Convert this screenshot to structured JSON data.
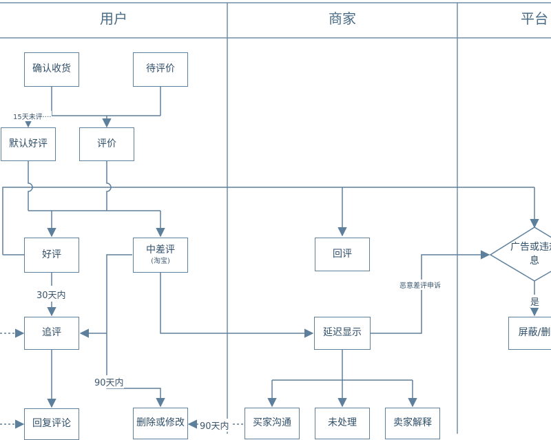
{
  "lanes": {
    "user": "用户",
    "merchant": "商家",
    "platform": "平台"
  },
  "nodes": {
    "confirm_receipt": "确认收货",
    "pending_review": "待评价",
    "default_positive": "默认好评",
    "review": "评价",
    "positive": "好评",
    "negative": "中差评",
    "negative_note": "(淘宝)",
    "follow_up": "追评",
    "reply_comment": "回复评论",
    "delete_modify": "删除或修改",
    "seller_reply": "回评",
    "delayed_display": "延迟显示",
    "buyer_communicate": "买家沟通",
    "unprocessed": "未处理",
    "seller_explain": "卖家解释",
    "ad_violation_line1": "广告或违规",
    "ad_violation_line2": "息",
    "block_delete": "屏蔽/删除"
  },
  "labels": {
    "no_review_15d": "15天未评",
    "within_30d": "30天内",
    "within_90d_left": "90天内",
    "within_90d_bottom": "90天内",
    "malicious_appeal": "恶意差评申诉",
    "yes": "是"
  },
  "colors": {
    "line": "#5d7f9c",
    "text": "#2f4e68",
    "lane_title": "#4a6b86"
  }
}
